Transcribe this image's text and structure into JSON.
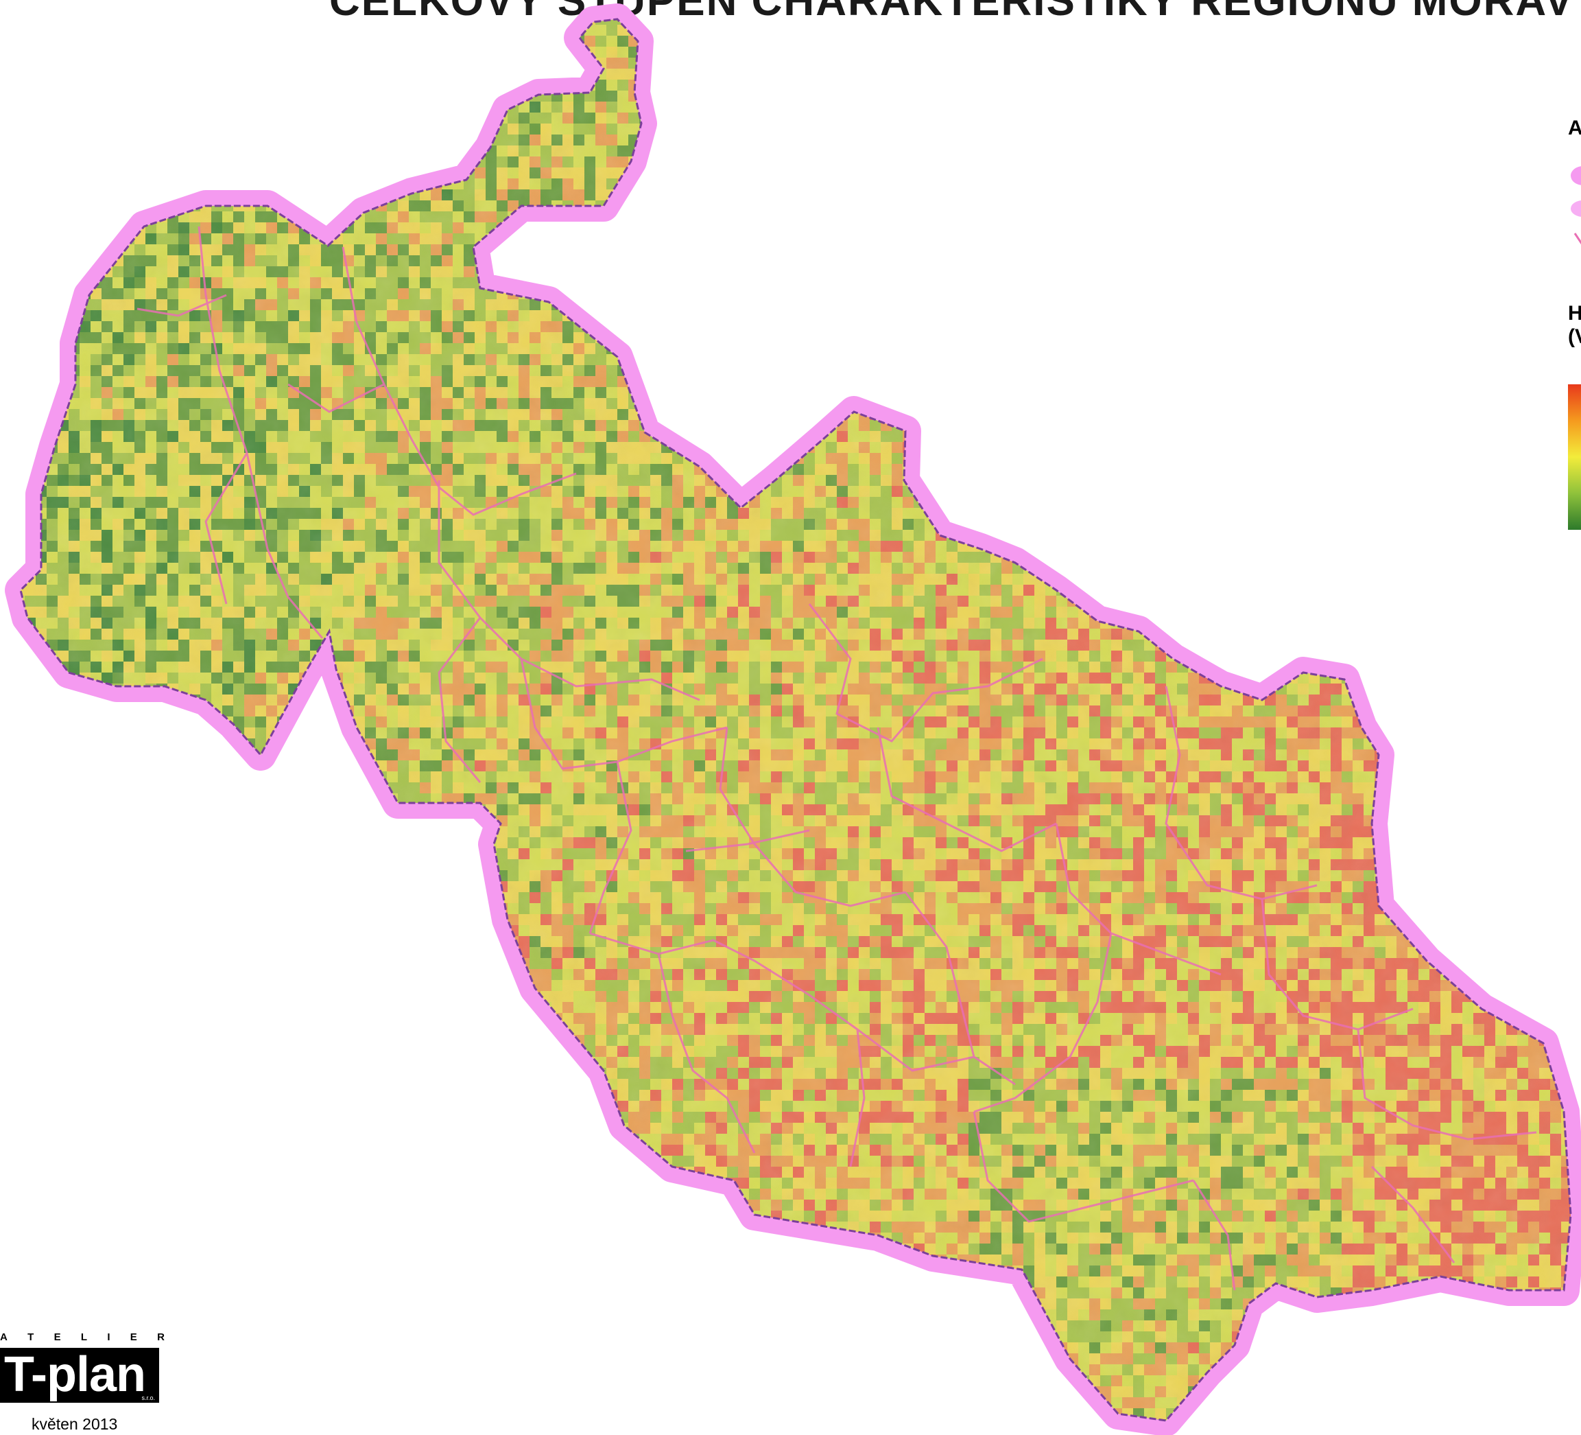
{
  "title": "CELKOVÝ STUPEŇ CHARAKTERISTIKY REGIONU MORAV",
  "legend": {
    "heading_a": "A",
    "heading_h_line1": "H",
    "heading_h_line2": "(V",
    "ramp_colors": [
      "#e8391b",
      "#f59a1e",
      "#f3ec3b",
      "#8fc23b",
      "#2d7a2b"
    ]
  },
  "boundary_colors": {
    "region_halo": "#f59af0",
    "municipality": "#e96fb4",
    "outline": "#7b3f9a"
  },
  "raster_colors": [
    "#e8705a",
    "#e9a25a",
    "#ecd65a",
    "#d6dc58",
    "#a9c451",
    "#6f9f45",
    "#4f8d42"
  ],
  "logo": {
    "letters": [
      "A",
      "T",
      "E",
      "L",
      "I",
      "E",
      "R"
    ],
    "brand": "T-plan",
    "suffix": "s.r.o.",
    "date": "květen 2013"
  }
}
